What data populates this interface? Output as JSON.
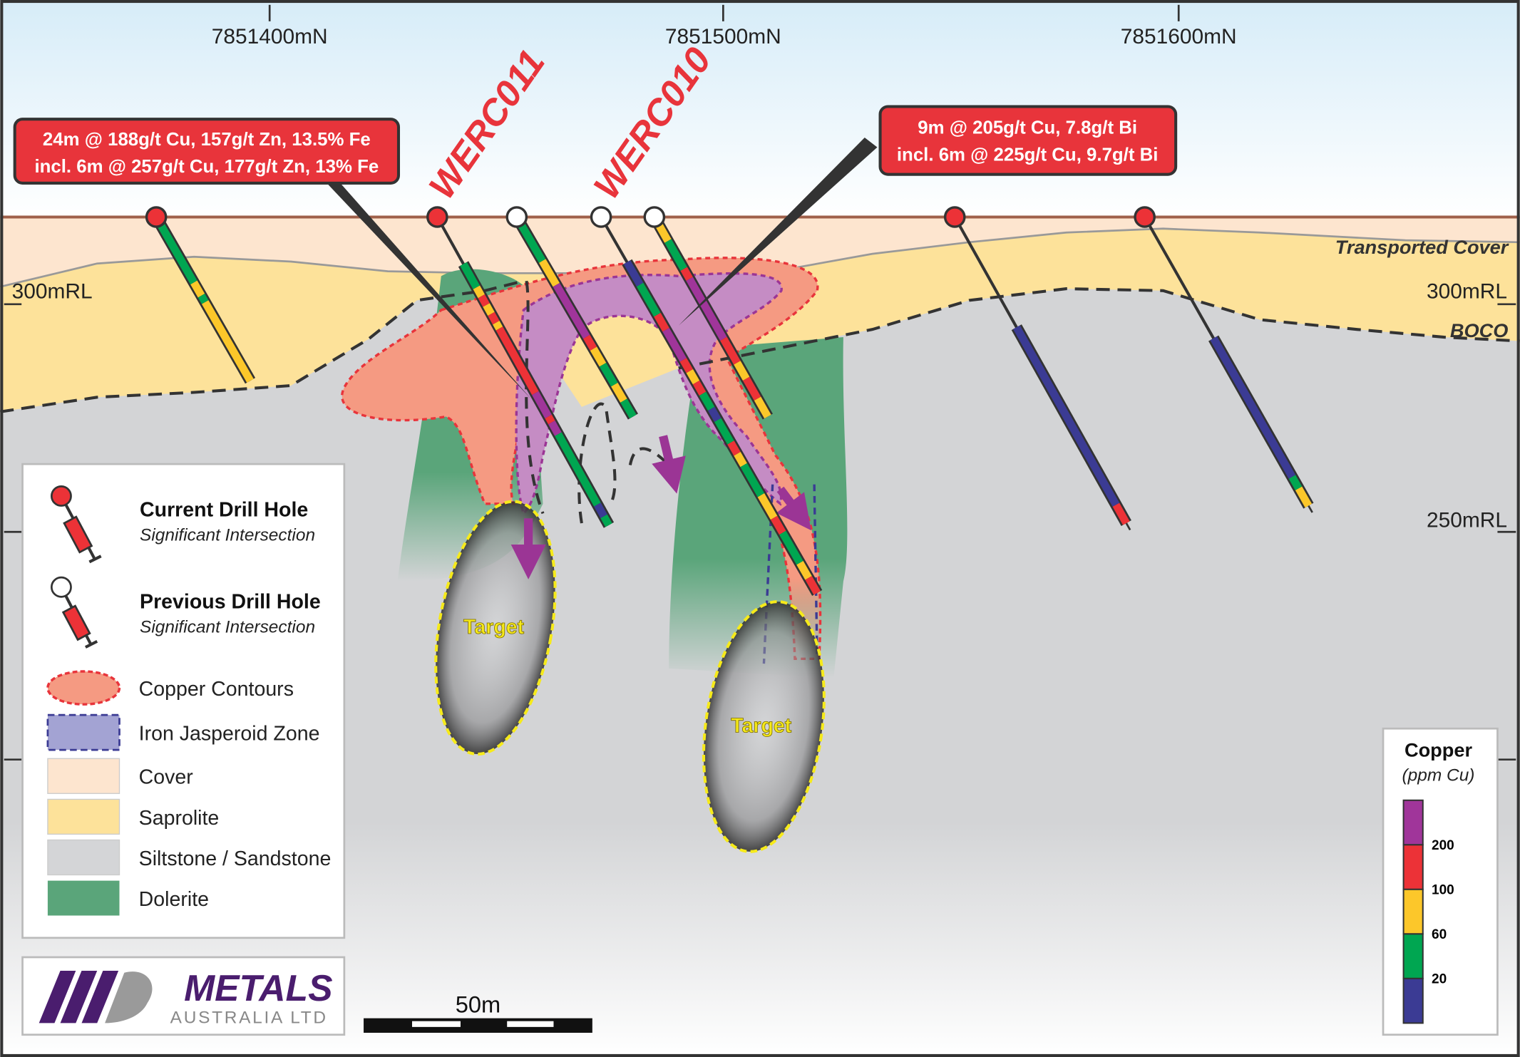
{
  "axis": {
    "northings": [
      "7851400mN",
      "7851500mN",
      "7851600mN"
    ],
    "rl_left": [
      "300mRL"
    ],
    "rl_right": [
      "300mRL",
      "250mRL"
    ]
  },
  "formation_labels": {
    "transported_cover": "Transported Cover",
    "boco": "BOCO"
  },
  "callouts": {
    "left": {
      "line1": "24m @ 188g/t Cu, 157g/t Zn, 13.5% Fe",
      "line2": "incl. 6m @ 257g/t Cu, 177g/t Zn, 13% Fe"
    },
    "right": {
      "line1": "9m @ 205g/t Cu, 7.8g/t Bi",
      "line2": "incl. 6m @ 225g/t Cu, 9.7g/t Bi"
    }
  },
  "hole_labels": {
    "werc011": "WERC011",
    "werc010": "WERC010"
  },
  "targets": [
    "Target",
    "Target"
  ],
  "colors": {
    "purple": "#a0359a",
    "red": "#ec3237",
    "yellow": "#fcc72a",
    "green": "#00a651",
    "blue": "#3b3b94",
    "cover": "#fde5cf",
    "saprolite": "#fde29a",
    "siltstone": "#d4d5d7",
    "dolerite": "#5aa57a",
    "copper_contour": "#f59a82"
  },
  "holes": [
    {
      "type": "current",
      "intervals": [
        [
          "green",
          40
        ],
        [
          "yellow",
          8
        ],
        [
          "green",
          4
        ],
        [
          "yellow",
          48
        ]
      ]
    },
    {
      "type": "current",
      "intervals": [
        [
          "none",
          16
        ],
        [
          "green",
          8
        ],
        [
          "yellow",
          3
        ],
        [
          "red",
          3
        ],
        [
          "yellow",
          3
        ],
        [
          "red",
          3
        ],
        [
          "yellow",
          2
        ],
        [
          "red",
          22
        ],
        [
          "purple",
          8
        ],
        [
          "red",
          2
        ],
        [
          "purple",
          4
        ],
        [
          "green",
          24
        ],
        [
          "blue",
          4
        ],
        [
          "green",
          3
        ]
      ]
    },
    {
      "type": "previous",
      "intervals": [
        [
          "green",
          22
        ],
        [
          "yellow",
          12
        ],
        [
          "purple",
          26
        ],
        [
          "red",
          6
        ],
        [
          "yellow",
          8
        ],
        [
          "green",
          10
        ],
        [
          "yellow",
          8
        ],
        [
          "green",
          8
        ]
      ]
    },
    {
      "type": "previous",
      "intervals": [
        [
          "none",
          12
        ],
        [
          "blue",
          6
        ],
        [
          "green",
          8
        ],
        [
          "red",
          4
        ],
        [
          "purple",
          8
        ],
        [
          "red",
          3
        ],
        [
          "yellow",
          3
        ],
        [
          "red",
          3
        ],
        [
          "green",
          4
        ],
        [
          "blue",
          3
        ],
        [
          "green",
          6
        ],
        [
          "red",
          3
        ],
        [
          "yellow",
          3
        ],
        [
          "green",
          8
        ],
        [
          "yellow",
          6
        ],
        [
          "red",
          4
        ],
        [
          "green",
          8
        ],
        [
          "yellow",
          4
        ],
        [
          "red",
          4
        ]
      ]
    },
    {
      "type": "previous",
      "intervals": [
        [
          "yellow",
          12
        ],
        [
          "green",
          14
        ],
        [
          "red",
          5
        ],
        [
          "purple",
          30
        ],
        [
          "red",
          12
        ],
        [
          "yellow",
          8
        ],
        [
          "red",
          10
        ],
        [
          "yellow",
          9
        ]
      ]
    },
    {
      "type": "current",
      "intervals": [
        [
          "none",
          36
        ],
        [
          "blue",
          58
        ],
        [
          "red",
          6
        ]
      ]
    },
    {
      "type": "current",
      "intervals": [
        [
          "none",
          42
        ],
        [
          "blue",
          48
        ],
        [
          "green",
          4
        ],
        [
          "yellow",
          6
        ]
      ]
    }
  ],
  "legend": {
    "current_title": "Current Drill Hole",
    "current_sub": "Significant Intersection",
    "previous_title": "Previous Drill Hole",
    "previous_sub": "Significant Intersection",
    "items": [
      {
        "label": "Copper Contours"
      },
      {
        "label": "Iron Jasperoid Zone"
      },
      {
        "label": "Cover"
      },
      {
        "label": "Saprolite"
      },
      {
        "label": "Siltstone / Sandstone"
      },
      {
        "label": "Dolerite"
      }
    ]
  },
  "copper_scale": {
    "title": "Copper",
    "unit": "(ppm Cu)",
    "ticks": [
      "200",
      "100",
      "60",
      "20"
    ]
  },
  "scale_bar": {
    "label": "50m"
  },
  "logo": {
    "name": "METALS",
    "sub": "AUSTRALIA LTD"
  }
}
